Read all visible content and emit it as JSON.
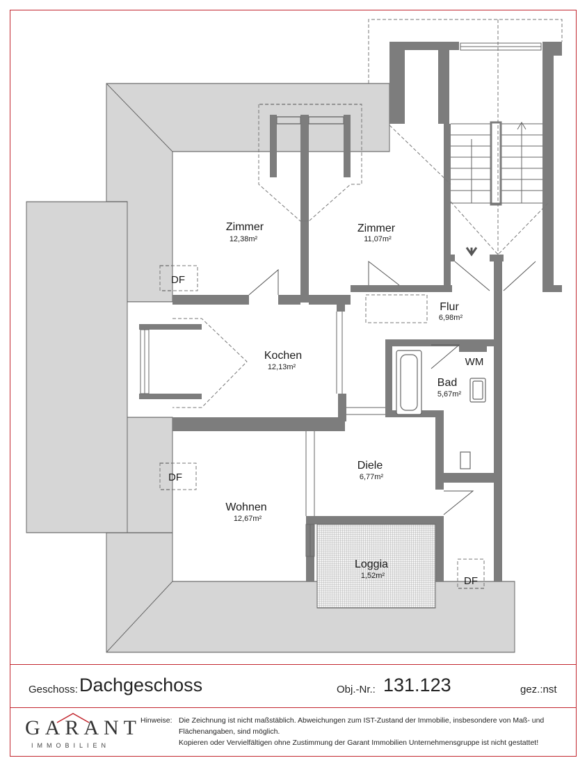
{
  "rooms": [
    {
      "name": "Zimmer",
      "area": "12,38m²"
    },
    {
      "name": "Zimmer",
      "area": "11,07m²"
    },
    {
      "name": "Flur",
      "area": "6,98m²"
    },
    {
      "name": "Kochen",
      "area": "12,13m²"
    },
    {
      "name": "Bad",
      "area": "5,67m²"
    },
    {
      "name": "Diele",
      "area": "6,77m²"
    },
    {
      "name": "Wohnen",
      "area": "12,67m²"
    },
    {
      "name": "Loggia",
      "area": "1,52m²"
    }
  ],
  "fixtures": {
    "df": "DF",
    "wm": "WM"
  },
  "footer": {
    "geschoss_label": "Geschoss:",
    "geschoss_value": "Dachgeschoss",
    "obj_label": "Obj.-Nr.:",
    "obj_value": "131.123",
    "gez": "gez.:nst"
  },
  "logo": {
    "word": "GARANT",
    "sub": "IMMOBILIEN"
  },
  "notes": {
    "label": "Hinweise:",
    "line1": "Die Zeichnung ist nicht maßstäblich. Abweichungen zum IST-Zustand der Immobilie, insbesondere von Maß- und",
    "line2": "Flächenangaben, sind möglich.",
    "line3": "Kopieren oder Vervielfältigen ohne Zustimmung der Garant Immobilien Unternehmensgruppe ist nicht gestattet!"
  },
  "colors": {
    "frame": "#c2252d",
    "wall": "#7d7d7d",
    "roof": "#9a9a9a",
    "text": "#222222"
  }
}
